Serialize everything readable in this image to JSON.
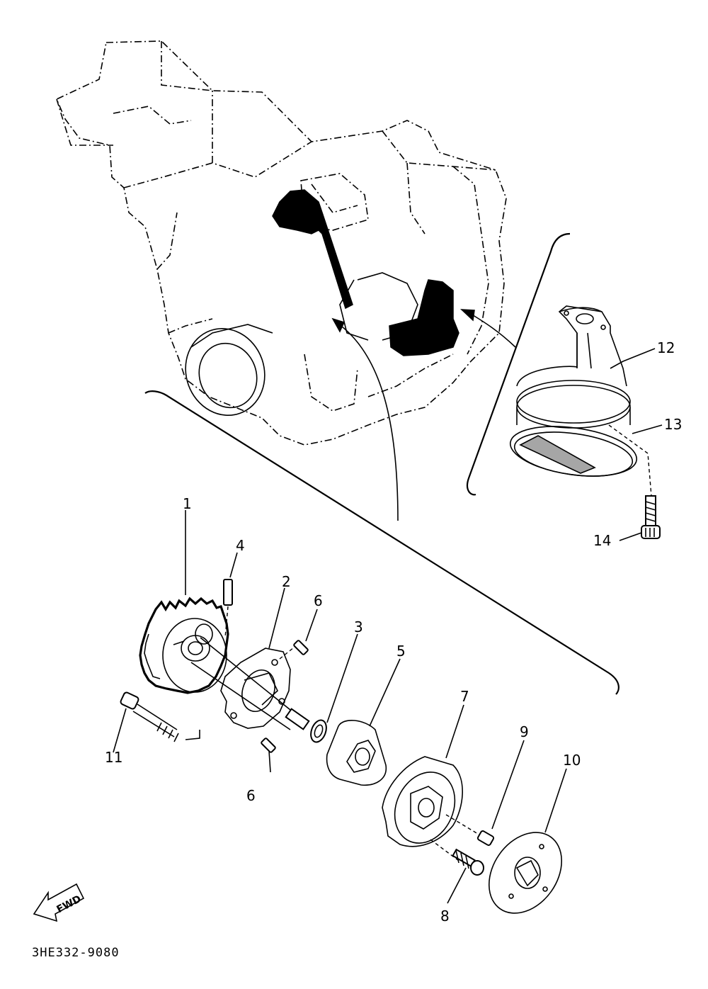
{
  "diagram": {
    "reference_code": "3HE332-9080",
    "fwd_label": "FWD",
    "part_numbers": [
      "1",
      "2",
      "3",
      "4",
      "5",
      "6",
      "6",
      "7",
      "8",
      "9",
      "10",
      "11",
      "12",
      "13",
      "14"
    ]
  }
}
